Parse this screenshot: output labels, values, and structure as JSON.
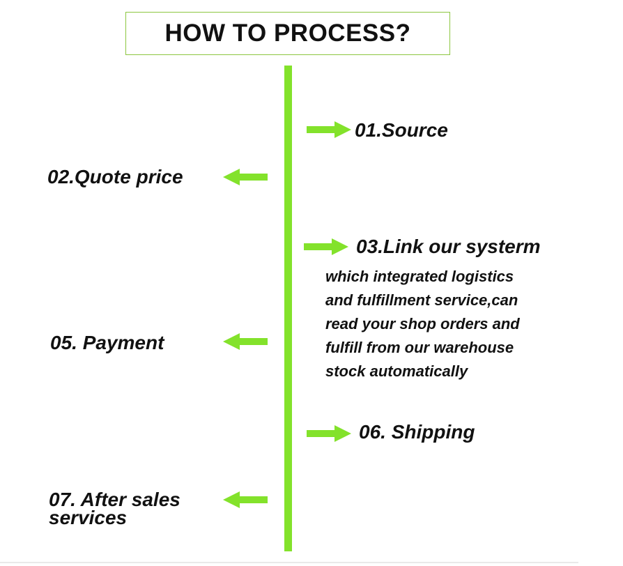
{
  "title": "HOW TO PROCESS?",
  "colors": {
    "accent": "#83e22b",
    "title_border": "#8cc63f",
    "text": "#111111"
  },
  "steps": [
    {
      "label": "01.Source",
      "direction": "right-arrow"
    },
    {
      "label": "02.Quote price",
      "direction": "left-arrow"
    },
    {
      "label": "03.Link our systerm",
      "direction": "right-arrow",
      "description": [
        "which integrated logistics",
        "and fulfillment service,can",
        "read your shop orders and",
        "fulfill from our warehouse",
        "stock automatically"
      ]
    },
    {
      "label": "05. Payment",
      "direction": "left-arrow"
    },
    {
      "label": "06. Shipping",
      "direction": "right-arrow"
    },
    {
      "label_lines": [
        "07. After sales",
        "services"
      ],
      "direction": "left-arrow"
    }
  ]
}
